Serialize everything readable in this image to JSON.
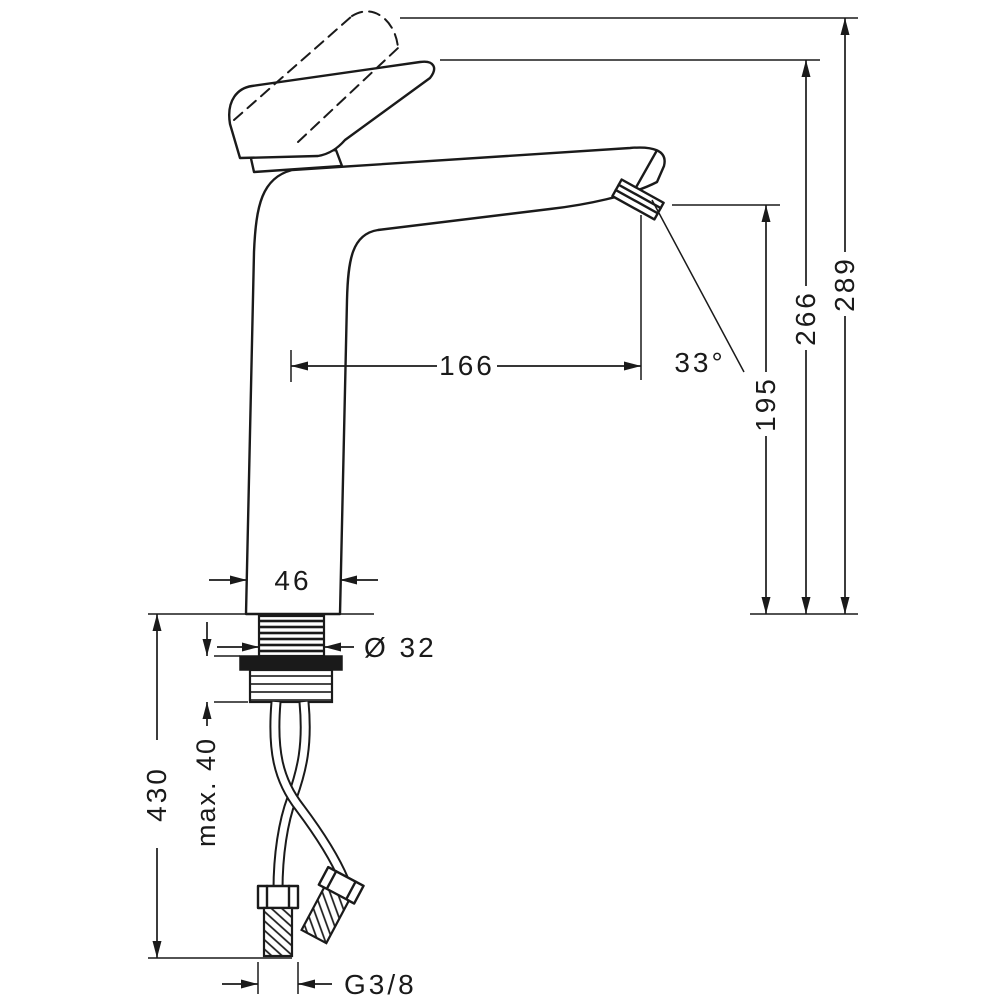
{
  "drawing": {
    "type": "technical-dimension-drawing",
    "subject": "single-lever-tall-basin-mixer-faucet",
    "line_color": "#1a1a1a",
    "background": "#ffffff"
  },
  "dims": {
    "overall_height": "289",
    "handle_height": "266",
    "spout_height": "195",
    "spout_reach": "166",
    "spray_angle": "33°",
    "body_width": "46",
    "shank_diameter": "Ø 32",
    "max_deck_thickness": "max. 40",
    "hose_length": "430",
    "thread": "G3/8"
  }
}
